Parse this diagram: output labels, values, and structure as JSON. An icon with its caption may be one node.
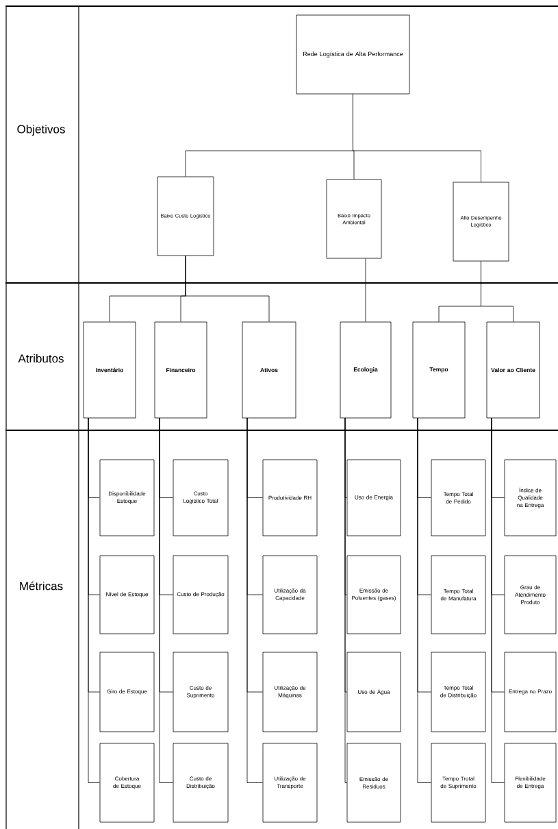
{
  "diagram": {
    "nodes": [
      {
        "text": [
          "Rede Logística de Alta Performance"
        ]
      },
      {
        "text": [
          "Baixo Custo Logistico"
        ]
      },
      {
        "text": [
          "Baixo Impacto Ambiental"
        ]
      },
      {
        "text": [
          "Alto Desempenho Logístico"
        ]
      },
      {
        "text": [
          "Inventário"
        ]
      },
      {
        "text": [
          "Financeiro"
        ]
      },
      {
        "text": [
          "Ativos"
        ]
      },
      {
        "text": [
          "Ecologia"
        ]
      },
      {
        "text": [
          "Tempo"
        ]
      },
      {
        "text": [
          "Valor ao Cliente"
        ]
      },
      {
        "text": [
          "Disponibilidade Estoque"
        ]
      },
      {
        "text": [
          "Nível de Estoque"
        ]
      },
      {
        "text": [
          "Giro de Estoque"
        ]
      },
      {
        "text": [
          "Cobertura de Estoque"
        ]
      },
      {
        "text": [
          "Custo Logistico Total"
        ]
      },
      {
        "text": [
          "Custo de Produção"
        ]
      },
      {
        "text": [
          "Custo de Suprimento"
        ]
      },
      {
        "text": [
          "Custo de Distribuição"
        ]
      },
      {
        "text": [
          "Produtividade RH"
        ]
      },
      {
        "text": [
          "Utilização da Capacidade"
        ]
      },
      {
        "text": [
          "Utilização de Máquinas"
        ]
      },
      {
        "text": [
          "Utilização de Transporte"
        ]
      },
      {
        "text": [
          "Uso de Energia"
        ]
      },
      {
        "text": [
          "Emissão de Poluentes (gases)"
        ]
      },
      {
        "text": [
          "Uso de Água"
        ]
      },
      {
        "text": [
          "Emissão de Residuos"
        ]
      },
      {
        "text": [
          "Tempo Total de Pedido"
        ]
      },
      {
        "text": [
          "Tempo Total de Manufatura"
        ]
      },
      {
        "text": [
          "Tempo Total de Distribuição"
        ]
      },
      {
        "text": [
          "Tempo Trotal de Suprimento"
        ]
      },
      {
        "text": [
          "Índice de Qualidade na Entrega"
        ]
      },
      {
        "text": [
          "Grau de Atendimento Produto"
        ]
      },
      {
        "text": [
          "Entrega no Prazo"
        ]
      },
      {
        "text": [
          "Flexibilidade de Entrega"
        ]
      }
    ],
    "edges": [
      {
        "from": 0,
        "to": 1,
        "arrow": "none"
      },
      {
        "from": 0,
        "to": 2,
        "arrow": "none"
      },
      {
        "from": 0,
        "to": 3,
        "arrow": "none"
      },
      {
        "from": 1,
        "to": 4,
        "arrow": "none"
      },
      {
        "from": 1,
        "to": 5,
        "arrow": "none"
      },
      {
        "from": 1,
        "to": 6,
        "arrow": "none"
      },
      {
        "from": 2,
        "to": 7,
        "arrow": "none"
      },
      {
        "from": 3,
        "to": 8,
        "arrow": "none"
      },
      {
        "from": 3,
        "to": 9,
        "arrow": "none"
      },
      {
        "from": 4,
        "to": 10,
        "arrow": "none"
      },
      {
        "from": 4,
        "to": 11,
        "arrow": "none"
      },
      {
        "from": 4,
        "to": 12,
        "arrow": "none"
      },
      {
        "from": 4,
        "to": 13,
        "arrow": "none"
      },
      {
        "from": 5,
        "to": 14,
        "arrow": "none"
      },
      {
        "from": 5,
        "to": 15,
        "arrow": "none"
      },
      {
        "from": 5,
        "to": 16,
        "arrow": "none"
      },
      {
        "from": 5,
        "to": 17,
        "arrow": "none"
      },
      {
        "from": 6,
        "to": 18,
        "arrow": "none"
      },
      {
        "from": 6,
        "to": 19,
        "arrow": "none"
      },
      {
        "from": 6,
        "to": 20,
        "arrow": "none"
      },
      {
        "from": 6,
        "to": 21,
        "arrow": "none"
      },
      {
        "from": 7,
        "to": 22,
        "arrow": "none"
      },
      {
        "from": 7,
        "to": 23,
        "arrow": "none"
      },
      {
        "from": 7,
        "to": 24,
        "arrow": "none"
      },
      {
        "from": 7,
        "to": 25,
        "arrow": "none"
      },
      {
        "from": 8,
        "to": 26,
        "arrow": "none"
      },
      {
        "from": 8,
        "to": 27,
        "arrow": "none"
      },
      {
        "from": 8,
        "to": 28,
        "arrow": "none"
      },
      {
        "from": 8,
        "to": 29,
        "arrow": "none"
      },
      {
        "from": 9,
        "to": 30,
        "arrow": "none"
      },
      {
        "from": 9,
        "to": 31,
        "arrow": "none"
      },
      {
        "from": 9,
        "to": 32,
        "arrow": "none"
      },
      {
        "from": 9,
        "to": 33,
        "arrow": "none"
      }
    ],
    "labels": [
      "Objetivos",
      "Atributos",
      "Métricas"
    ]
  }
}
